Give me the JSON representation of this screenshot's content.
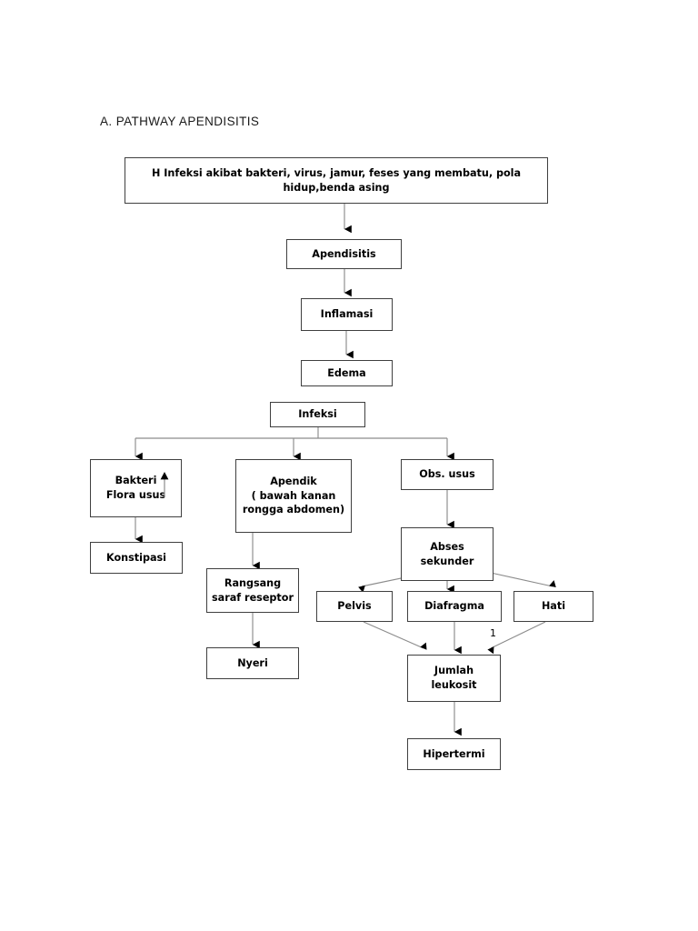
{
  "document": {
    "title": "A.  PATHWAY APENDISITIS"
  },
  "diagram": {
    "type": "flowchart",
    "orientation": "top-down",
    "nodes": [
      {
        "id": "etiologi",
        "label_lines": [
          "H  Infeksi akibat bakteri, virus, jamur, feses yang membatu, pola",
          "hidup,benda asing"
        ]
      },
      {
        "id": "apendisitis",
        "label_lines": [
          "Apendisitis"
        ]
      },
      {
        "id": "inflamasi",
        "label_lines": [
          "Inflamasi"
        ]
      },
      {
        "id": "edema",
        "label_lines": [
          "Edema"
        ]
      },
      {
        "id": "infeksi",
        "label_lines": [
          "Infeksi"
        ]
      },
      {
        "id": "bakteri",
        "label_lines": [
          "Bakteri",
          "Flora usus"
        ]
      },
      {
        "id": "apendik",
        "label_lines": [
          "Apendik",
          "(  bawah kanan",
          "rongga abdomen)"
        ]
      },
      {
        "id": "obs_usus",
        "label_lines": [
          "Obs. usus"
        ]
      },
      {
        "id": "konstipasi",
        "label_lines": [
          "Konstipasi"
        ]
      },
      {
        "id": "rangsang",
        "label_lines": [
          "Rangsang",
          "saraf reseptor"
        ]
      },
      {
        "id": "abses",
        "label_lines": [
          "Abses",
          "sekunder"
        ]
      },
      {
        "id": "nyeri",
        "label_lines": [
          "Nyeri"
        ]
      },
      {
        "id": "pelvis",
        "label_lines": [
          "Pelvis"
        ]
      },
      {
        "id": "diafragma",
        "label_lines": [
          "Diafragma"
        ]
      },
      {
        "id": "hati",
        "label_lines": [
          "Hati"
        ]
      },
      {
        "id": "leukosit",
        "label_lines": [
          "Jumlah",
          "leukosit"
        ]
      },
      {
        "id": "hipertermi",
        "label_lines": [
          "Hipertermi"
        ]
      }
    ],
    "annotations": [
      {
        "id": "page-number",
        "text": "1"
      }
    ],
    "edges": [
      {
        "from": "etiologi",
        "to": "apendisitis"
      },
      {
        "from": "apendisitis",
        "to": "inflamasi"
      },
      {
        "from": "inflamasi",
        "to": "edema"
      },
      {
        "from": "infeksi",
        "to": "bakteri"
      },
      {
        "from": "infeksi",
        "to": "apendik"
      },
      {
        "from": "infeksi",
        "to": "obs_usus"
      },
      {
        "from": "bakteri",
        "to": "konstipasi"
      },
      {
        "from": "apendik",
        "to": "rangsang"
      },
      {
        "from": "obs_usus",
        "to": "abses"
      },
      {
        "from": "rangsang",
        "to": "nyeri"
      },
      {
        "from": "abses",
        "to": "pelvis"
      },
      {
        "from": "abses",
        "to": "diafragma"
      },
      {
        "from": "abses",
        "to": "hati"
      },
      {
        "from": "pelvis",
        "to": "leukosit"
      },
      {
        "from": "diafragma",
        "to": "leukosit"
      },
      {
        "from": "hati",
        "to": "leukosit"
      },
      {
        "from": "leukosit",
        "to": "hipertermi"
      }
    ],
    "colors": {
      "box_border": "#3f3f3f",
      "connector": "#8c8c8c",
      "arrowhead": "#000000",
      "text": "#000000",
      "background": "#ffffff"
    }
  }
}
